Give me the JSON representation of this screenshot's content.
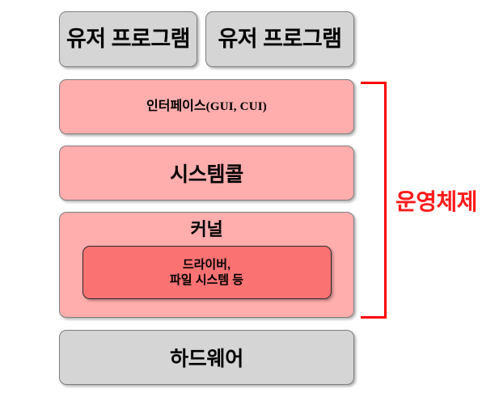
{
  "diagram": {
    "title": "Operating System Layer Diagram",
    "background_color": "#ffffff",
    "layers": [
      {
        "id": "user-program-left",
        "label": "유저 프로그램",
        "fill": "#d5d5d5",
        "stroke": "#7f7f7f"
      },
      {
        "id": "user-program-right",
        "label": "유저 프로그램",
        "fill": "#d5d5d5",
        "stroke": "#7f7f7f"
      },
      {
        "id": "interface",
        "label": "인터페이스",
        "label_suffix": "(GUI, CUI)",
        "fill": "#ffadad",
        "stroke": "#7f7f7f"
      },
      {
        "id": "system-call",
        "label": "시스템콜",
        "fill": "#ffadad",
        "stroke": "#7f7f7f"
      },
      {
        "id": "kernel",
        "label": "커널",
        "fill": "#ffadad",
        "stroke": "#7f7f7f"
      },
      {
        "id": "driver",
        "label_line1": "드라이버,",
        "label_line2": "파일 시스템 등",
        "fill": "#fb7272",
        "stroke": "#2b2b2b"
      },
      {
        "id": "hardware",
        "label": "하드웨어",
        "fill": "#d5d5d5",
        "stroke": "#7f7f7f"
      }
    ],
    "annotation": {
      "bracket_label": "운영체제",
      "bracket_color": "#ff0000",
      "label_color": "#ff1a1a",
      "spans": [
        "interface",
        "system-call",
        "kernel"
      ]
    }
  }
}
